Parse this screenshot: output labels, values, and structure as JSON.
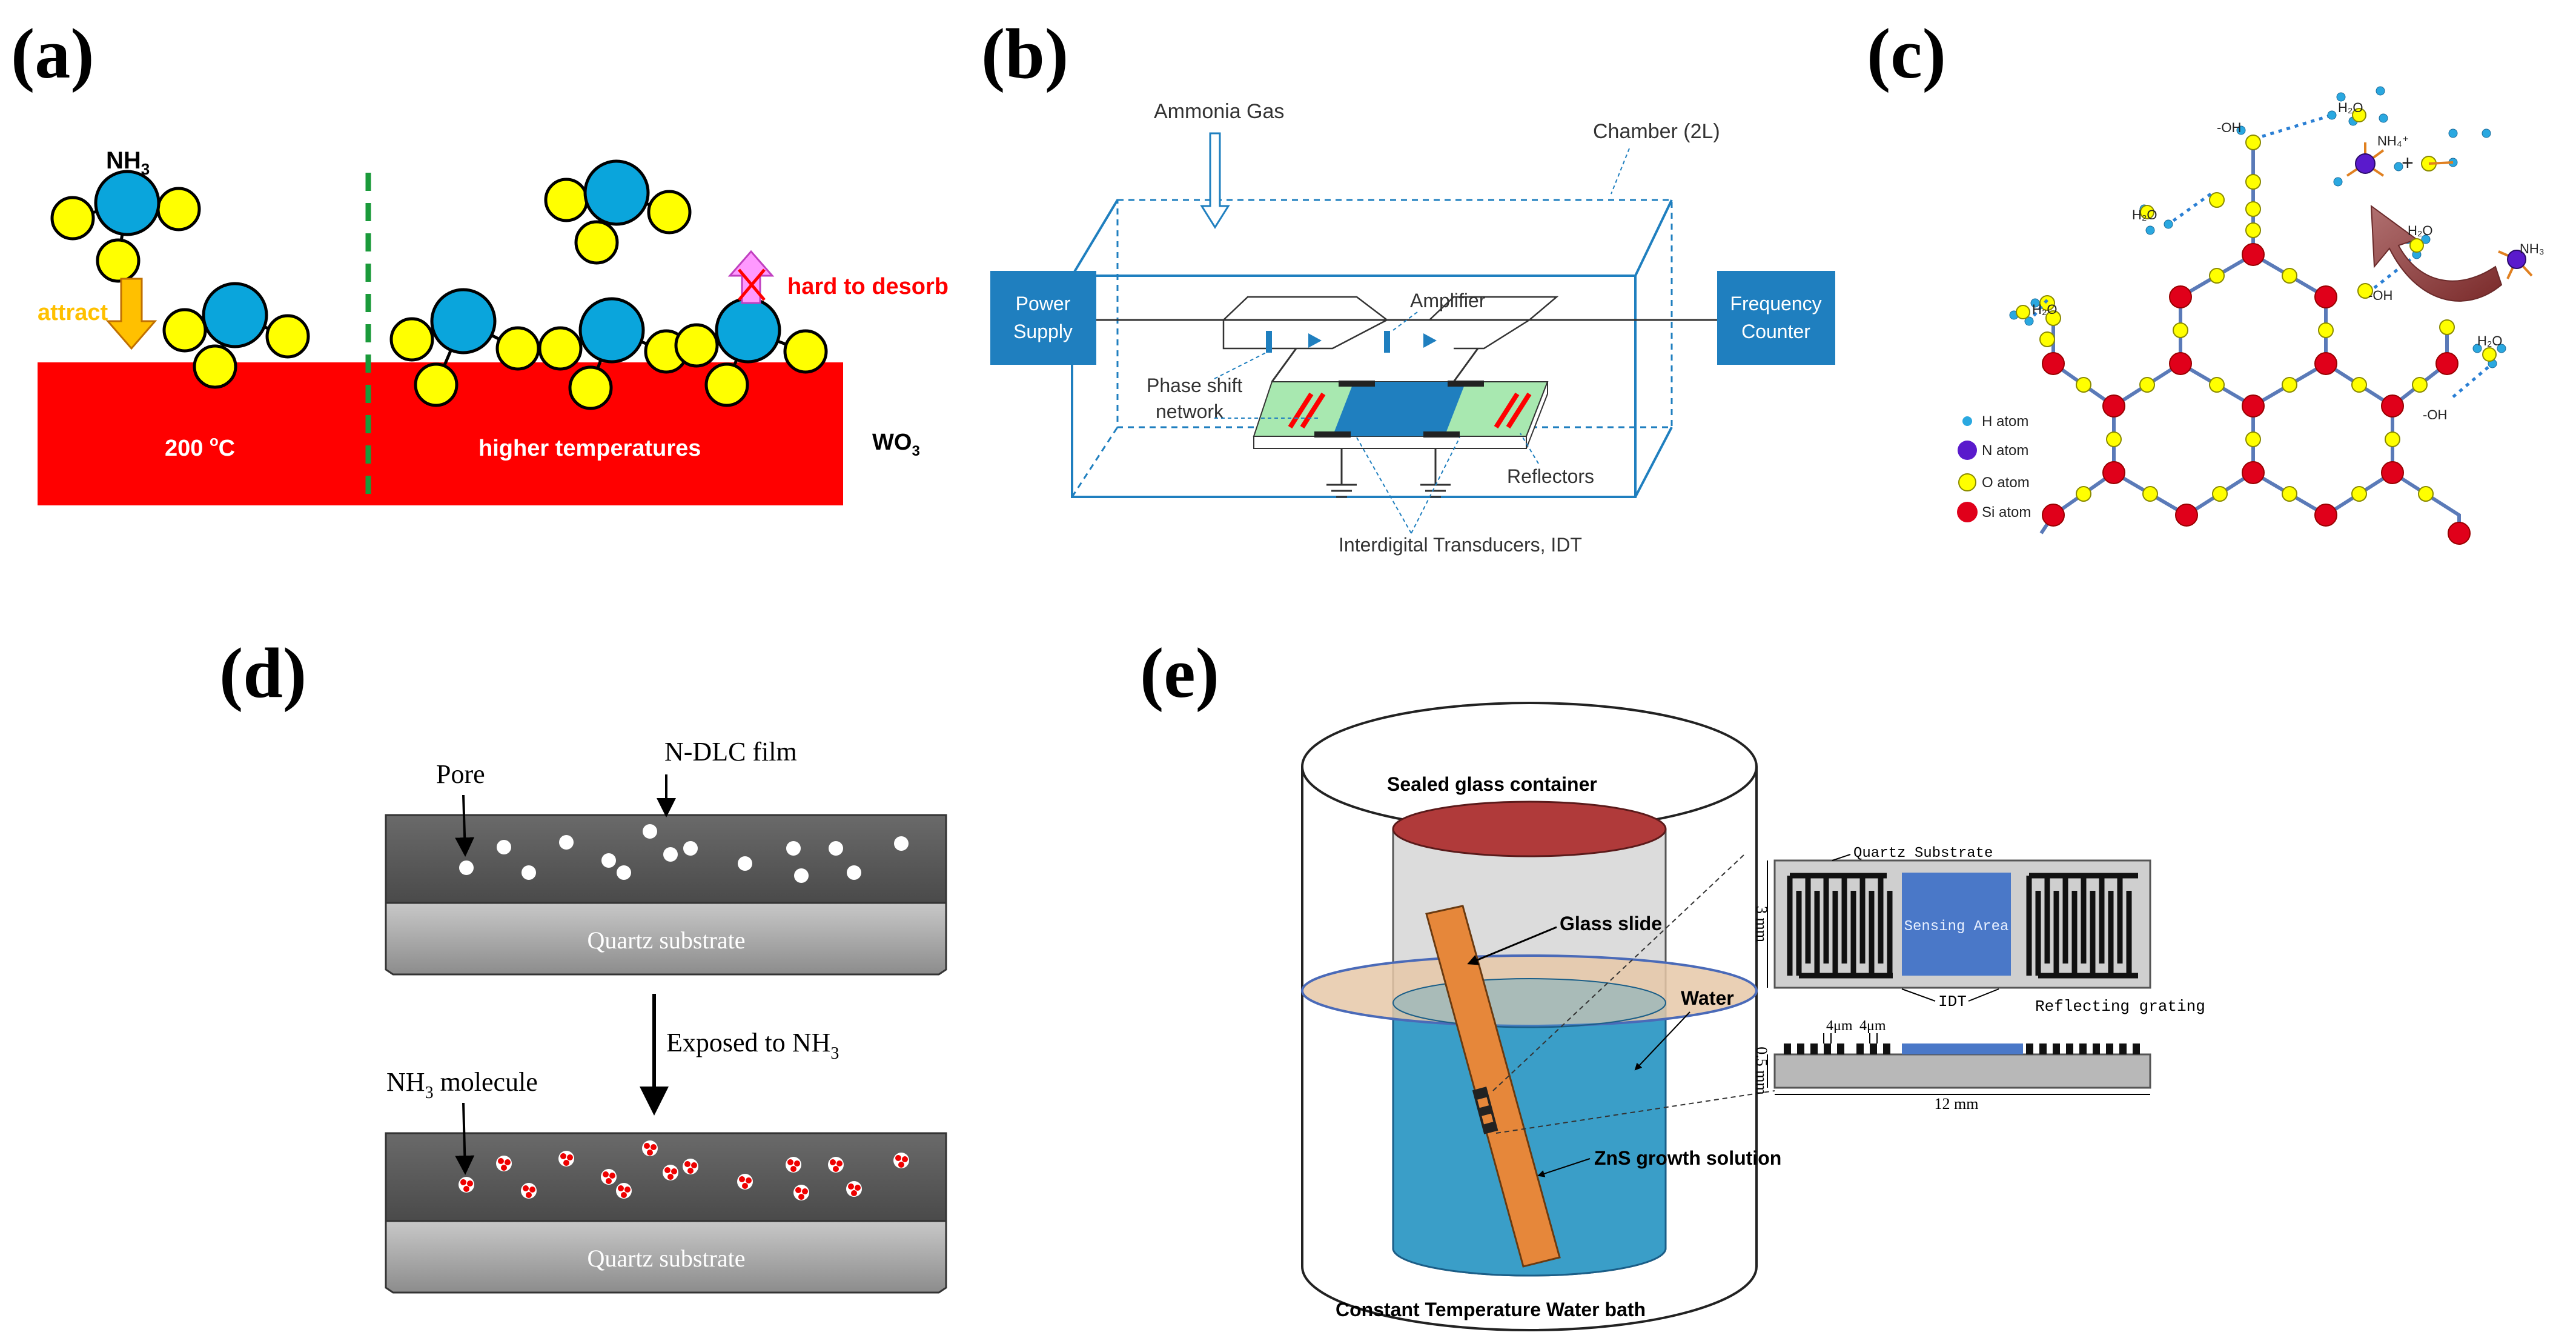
{
  "colors": {
    "wo3_red": "#ff0000",
    "molecule_blue": "#0aa5dc",
    "molecule_yellow": "#ffff00",
    "dashed_green": "#1a9a3a",
    "attract_orange": "#ffc000",
    "desorb_pink": "#ff99ff",
    "panel_b_box": "#1f7fbf",
    "idt_green": "#a8e8b0",
    "si_red": "#e0001a",
    "n_purple": "#5a1acc",
    "dlc_dark": "#595959",
    "quartz_gray": "#a6a6a6",
    "container_lid": "#b03a3a",
    "water_tan": "#e6c8a8",
    "solution_blue": "#3a9ec8",
    "slide_orange": "#e6873a",
    "sensing_blue": "#4a78c8"
  },
  "panel_a": {
    "label": "(a)",
    "nh3": "NH",
    "nh3_sub": "3",
    "attract": "attract",
    "hard_to_desorb": "hard to desorb",
    "temp_low": "200 ",
    "temp_low_sup": "o",
    "temp_low_unit": "C",
    "temp_high": "higher temperatures",
    "wo3": "WO",
    "wo3_sub": "3"
  },
  "panel_b": {
    "label": "(b)",
    "ammonia_gas": "Ammonia Gas",
    "chamber": "Chamber (2L)",
    "power_supply_l1": "Power",
    "power_supply_l2": "Supply",
    "frequency_counter_l1": "Frequency",
    "frequency_counter_l2": "Counter",
    "amplifier": "Amplifier",
    "phase_shift_l1": "Phase shift",
    "phase_shift_l2": "network",
    "reflectors": "Reflectors",
    "idt": "Interdigital Transducers, IDT"
  },
  "panel_c": {
    "label": "(c)",
    "oh": "-OH",
    "h2o": "H₂O",
    "nh4": "NH₄⁺",
    "plus": "+",
    "nh3": "NH₃",
    "legend": [
      "H atom",
      "N atom",
      "O atom",
      "Si atom"
    ]
  },
  "panel_d": {
    "label": "(d)",
    "ndlc_film": "N-DLC film",
    "pore": "Pore",
    "quartz_substrate": "Quartz substrate",
    "exposed": "Exposed to NH",
    "exposed_sub": "3",
    "nh3_molecule": "NH",
    "nh3_molecule_sub": "3",
    "nh3_molecule_rest": " molecule"
  },
  "panel_e": {
    "label": "(e)",
    "sealed": "Sealed glass container",
    "glass_slide": "Glass slide",
    "water": "Water",
    "zns": "ZnS growth solution",
    "bath": "Constant  Temperature Water bath",
    "quartz_substrate": "Quartz Substrate",
    "sensing_area": "Sensing Area",
    "idt": "IDT",
    "reflecting_grating": "Reflecting grating",
    "dim_3mm": "3 mm",
    "dim_4um_a": "4μm",
    "dim_4um_b": "4μm",
    "dim_05mm": "0.5 mm",
    "dim_12mm": "12 mm"
  }
}
